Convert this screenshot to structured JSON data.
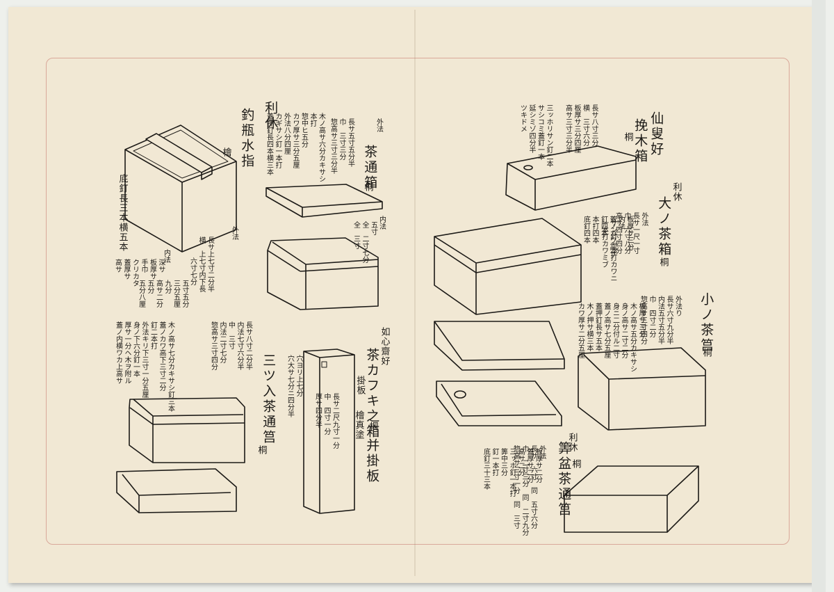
{
  "left_page": {
    "mizusashi": {
      "maker": "利休",
      "title": "釣瓶水指",
      "material": "檜",
      "bottom_note": "底釘長三本横五本",
      "outer_label": "外法",
      "outer_dims": "長サ上七寸二分半\n横　上七寸内下長\n　　　六寸七分",
      "inner_label": "内法",
      "inner_dims": "深サ\n板厚サ\n手巾\nクリカタ\n蓋厚サ\n高サ",
      "inner_values": "五寸五分\n三分五厘\n九分\n高サ二分\n五分\n五分八厘"
    },
    "chatsu_bako": {
      "title": "茶通箱",
      "material": "桐",
      "outer_label": "外法",
      "outer_dims": "長サ五寸五分半\n巾　三寸三分\n惣高サ三寸三分半",
      "notes": "木ノ高サ六分カキサシ\n本打\n惣中ヒ五分\nカワ厚サ三分五厘\n外法八分四厘\nカギサシ釘一本打\n蓋押釘長四本横三本",
      "inner_label": "内法",
      "inner_dims": "五寸\n全　二寸七分\n全　三寸"
    },
    "mitsuire": {
      "title": "三ツ入茶通筥",
      "material": "桐",
      "dims": "長サ八寸二分半\n内法七寸六分半\n中　三寸\n内法二寸七分\n惣高サ三寸四分",
      "notes": "木ノ高サ七分カキサシ釘三本\n蓋ノカワ高下三寸二分\n釘二本打\n外法キリ下三寸一分五厘\n身ノ下六分釘一本\n厚サ一分ヘ木ヲ附ル\n蓋ノ内横ワカ上高サ"
    },
    "kakeita": {
      "maker": "如心齋好",
      "title": "茶カフキ之箱",
      "title_suffix": "桐",
      "sub_label": "掛板",
      "coating": "檜真塗",
      "sub2": "并掛板",
      "hole_note": "穴ヨリ上七分\n穴大サ七分ニ四分半",
      "dims": "長サ二尺九寸一分\n中　四寸一分\n厚サ四分半"
    }
  },
  "right_page": {
    "hikigi": {
      "maker": "仙叟好",
      "title": "挽木箱",
      "material": "桐",
      "dims": "長サ八寸三分\n横　三寸六分\n板厚サ三分四厘\n高サ三寸三分半",
      "notes": "三ッホリサン釘二本\nサシコミ蓋釘一本\n延シミゾ四分半\nツキドメ"
    },
    "daichabako": {
      "maker": "利休",
      "title": "大ノ茶箱",
      "material": "桐",
      "dims": "外法\n長サ一尺一寸\n巾　六寸八分\n高サ四寸四分",
      "notes": "板厚サ三分\n内法\n蓋ノカワ高サ\n釘四本\n本打四本\n底釘四本",
      "notes2": "サン釘一本打カワニ\n一本打カワミブ"
    },
    "kochatsu": {
      "title": "小ノ茶筥",
      "material": "桐",
      "dims": "外法り\n長サ六寸九分半\n内法五寸五分半\n巾　四寸二分\n惣高サ三寸四分",
      "notes": "板厚サ三分\n木ノ高サ五分カキサシ\n身ノ高サ二寸二分\n身ニ二分付ル二寸\n蓋ノ高サ七分五厘\n蓋押釘長サ五本\n木ノ押サ横三本\nカワ厚サ二分五厘"
    },
    "fuji": {
      "maker": "利休",
      "title": "筭盆茶通筥",
      "material": "桐",
      "dims": "外法\n長サ　六寸　同　五寸六分\n巾　二寸三分　同　二寸九分\n惣高サ三寸一分　同　三寸",
      "notes": "板厚サ二分\n蓋厚サ二分\n高サ二分\n三ッホ釘一本打\n筭中三分\n釘一本打\n底釘三十三本"
    }
  }
}
